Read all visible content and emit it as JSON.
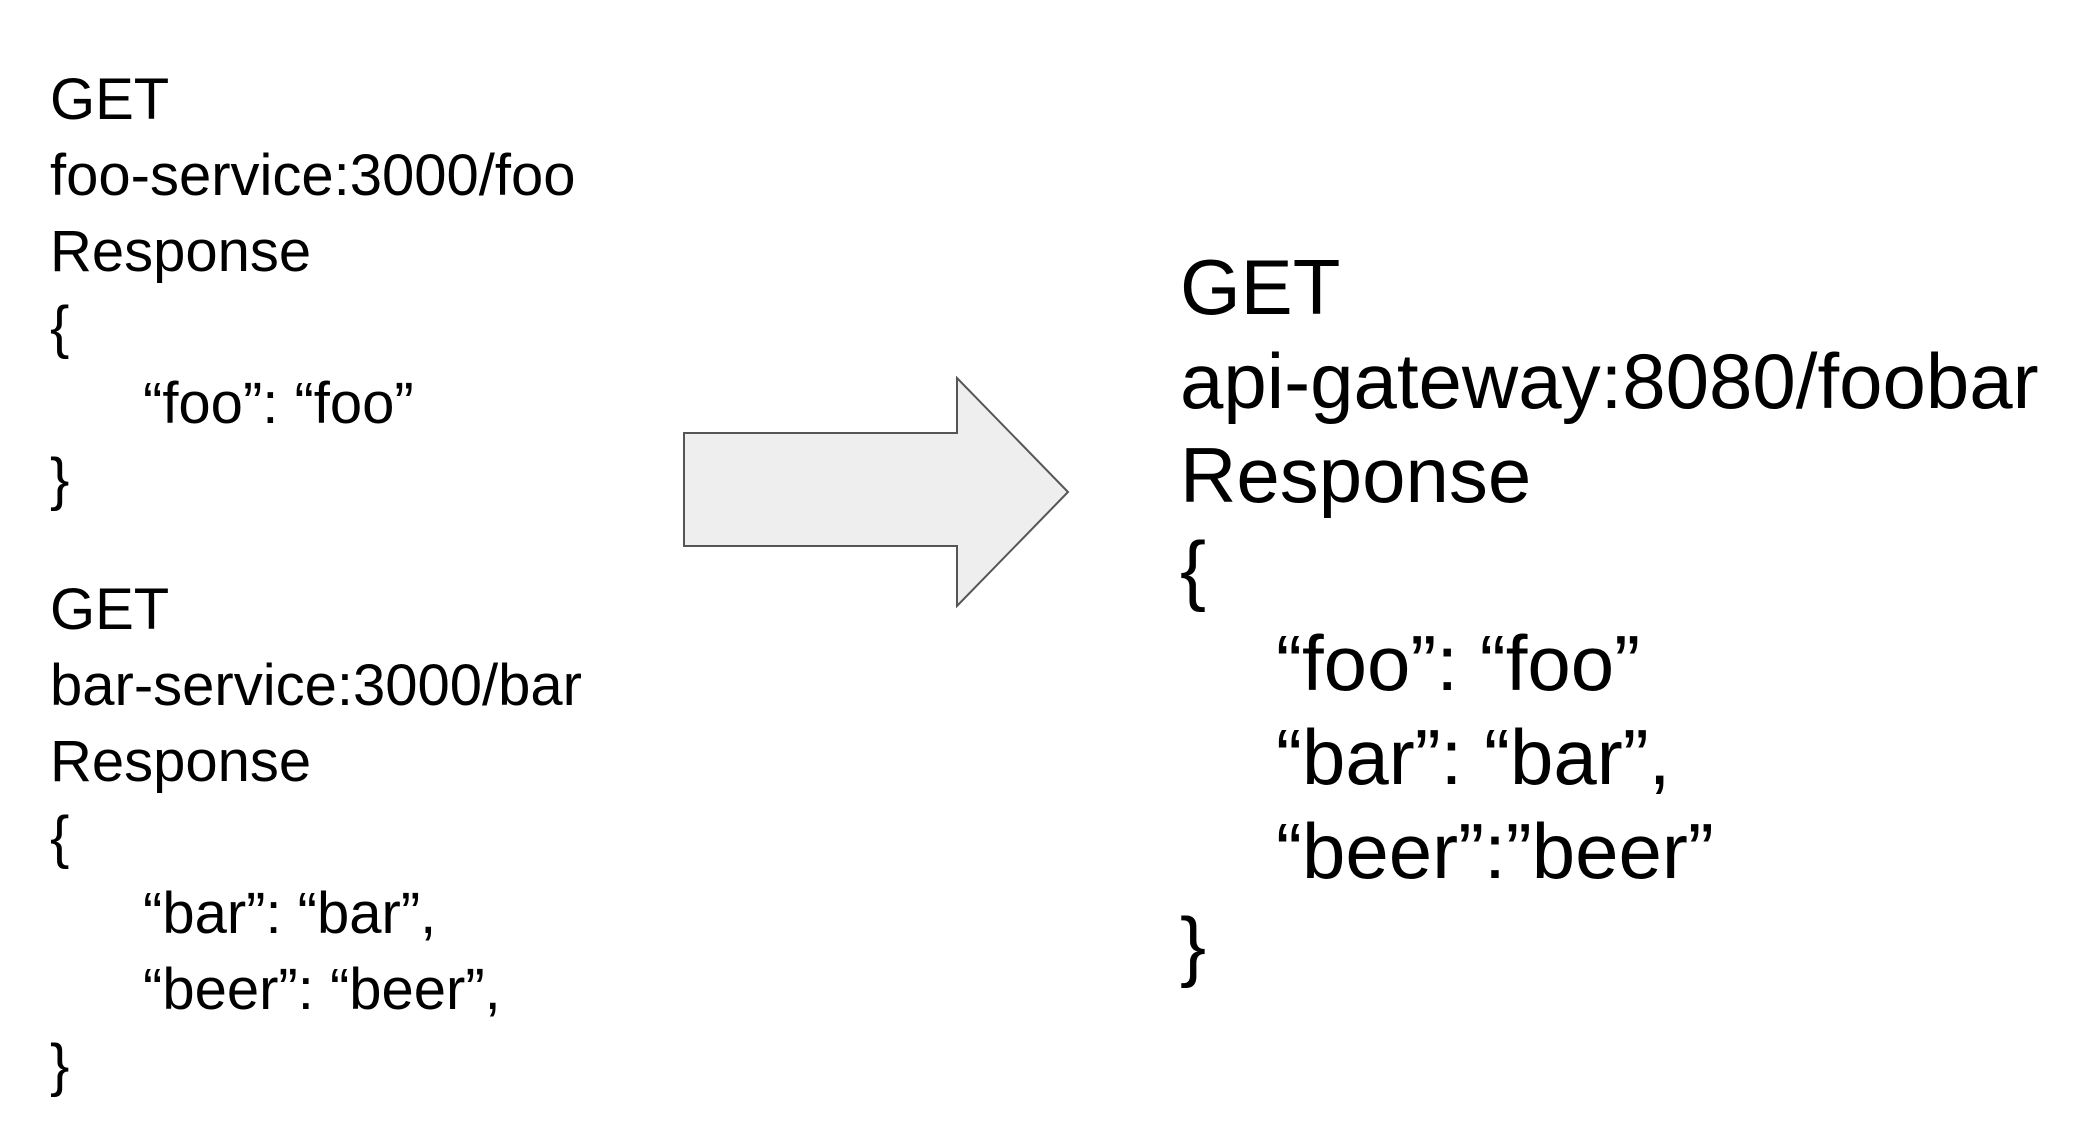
{
  "foo_service": {
    "method": "GET",
    "endpoint": "foo-service:3000/foo",
    "response_label": "Response",
    "open_brace": "{",
    "body_lines": [
      "“foo”: “foo”"
    ],
    "close_brace": "}"
  },
  "bar_service": {
    "method": "GET",
    "endpoint": "bar-service:3000/bar",
    "response_label": "Response",
    "open_brace": "{",
    "body_lines": [
      "“bar”: “bar”,",
      "“beer”: “beer”,"
    ],
    "close_brace": "}"
  },
  "gateway": {
    "method": "GET",
    "endpoint": "api-gateway:8080/foobar",
    "response_label": "Response",
    "open_brace": "{",
    "body_lines": [
      "“foo”: “foo”",
      "“bar”: “bar”,",
      "“beer”:”beer”"
    ],
    "close_brace": "}"
  },
  "arrow": {
    "fill": "#eeeeee",
    "stroke": "#555555"
  }
}
